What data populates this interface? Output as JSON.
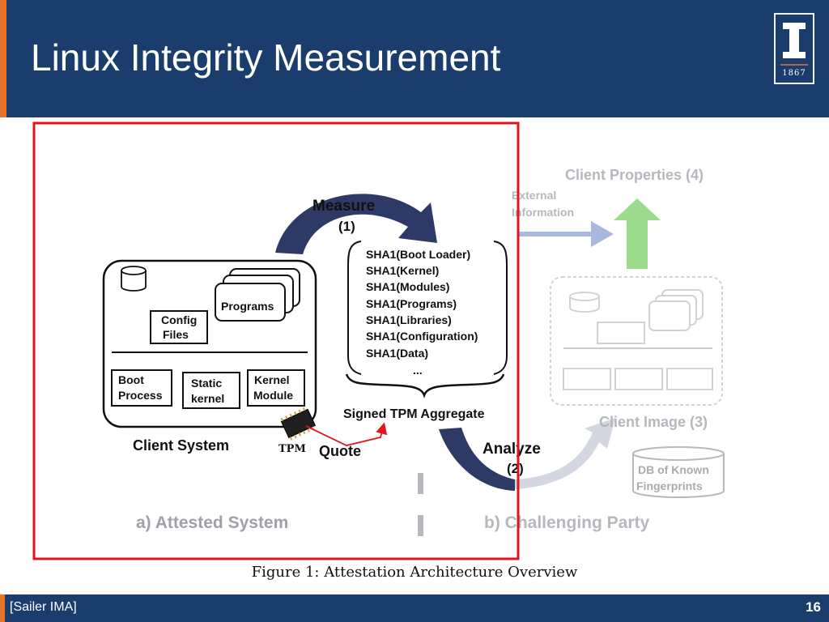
{
  "header": {
    "title": "Linux Integrity Measurement",
    "logo_year": "1867"
  },
  "footer": {
    "citation": "[Sailer IMA]",
    "slide_number": "16"
  },
  "diagram": {
    "measure_label": "Measure",
    "measure_step": "(1)",
    "hash_list": [
      "SHA1(Boot Loader)",
      "SHA1(Kernel)",
      "SHA1(Modules)",
      "SHA1(Programs)",
      "SHA1(Libraries)",
      "SHA1(Configuration)",
      "SHA1(Data)",
      "..."
    ],
    "aggregate_label": "Signed TPM Aggregate",
    "client_system": {
      "label": "Client System",
      "programs": "Programs",
      "config_line1": "Config",
      "config_line2": "Files",
      "boot_line1": "Boot",
      "boot_line2": "Process",
      "static_line1": "Static",
      "static_line2": "kernel",
      "module_line1": "Kernel",
      "module_line2": "Module"
    },
    "tpm_label": "TPM",
    "quote_label": "Quote",
    "analyze_label": "Analyze",
    "analyze_step": "(2)",
    "external_line1": "External",
    "external_line2": "Information",
    "client_properties": "Client Properties (4)",
    "client_image": "Client Image (3)",
    "db_line1": "DB of Known",
    "db_line2": "Fingerprints",
    "attested_label": "a) Attested System",
    "challenging_label": "b) Challenging Party",
    "caption": "Figure 1: Attestation Architecture Overview",
    "colors": {
      "arrow": "#2d3a66",
      "highlight": "#e0141e",
      "faded": "#b5b8bd",
      "green": "#7ccf6a",
      "blue_arrow": "#aab8e0"
    }
  }
}
